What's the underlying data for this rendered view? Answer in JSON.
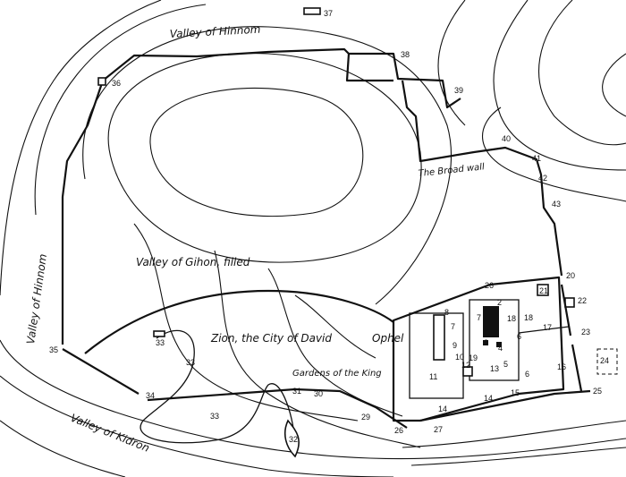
{
  "labels": {
    "valley_hinnom_top": "Valley of Hinnom",
    "valley_hinnom_left": "Valley of Hinnom",
    "valley_gihon": "Valley of Gihon, filled",
    "zion": "Zion, the City of David",
    "ophel": "Ophel",
    "gardens": "Gardens of the King",
    "valley_kidron": "Valley of Kidron",
    "broad_wall": "The Broad wall"
  },
  "numbers": [
    "37",
    "38",
    "36",
    "39",
    "40",
    "41",
    "42",
    "43",
    "20",
    "22",
    "23",
    "24",
    "25",
    "26",
    "21",
    "2",
    "8",
    "7",
    "7",
    "18",
    "18",
    "17",
    "3",
    "4",
    "6",
    "9",
    "10",
    "19",
    "5",
    "16",
    "12",
    "13",
    "11",
    "6",
    "15",
    "14",
    "14",
    "27",
    "26",
    "29",
    "30",
    "31",
    "32",
    "33",
    "33",
    "33",
    "34",
    "35"
  ]
}
